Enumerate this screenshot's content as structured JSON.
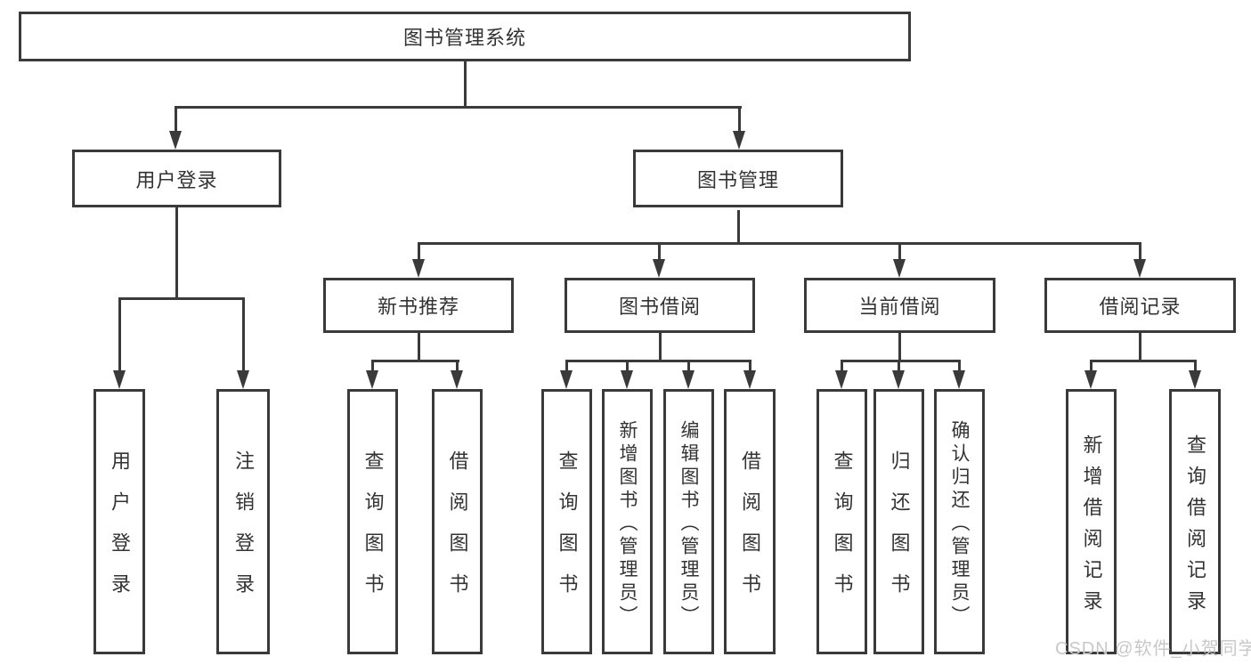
{
  "diagram": {
    "title": "图书管理系统",
    "branches": [
      {
        "label": "用户登录",
        "children": [
          "用户登录",
          "注销登录"
        ]
      },
      {
        "label": "图书管理",
        "children": [
          {
            "label": "新书推荐",
            "children": [
              "查询图书",
              "借阅图书"
            ]
          },
          {
            "label": "图书借阅",
            "children": [
              "查询图书",
              "新增图书（管理员）",
              "编辑图书（管理员）",
              "借阅图书"
            ]
          },
          {
            "label": "当前借阅",
            "children": [
              "查询图书",
              "归还图书",
              "确认归还（管理员）"
            ]
          },
          {
            "label": "借阅记录",
            "children": [
              "新增借阅记录",
              "查询借阅记录"
            ]
          }
        ]
      }
    ]
  },
  "watermark": {
    "text": "CSDN @软件_小贺同学"
  },
  "colors": {
    "line": "#3a3a3a",
    "text": "#333333",
    "watermark": "#c8c8c8",
    "background": "#ffffff"
  }
}
